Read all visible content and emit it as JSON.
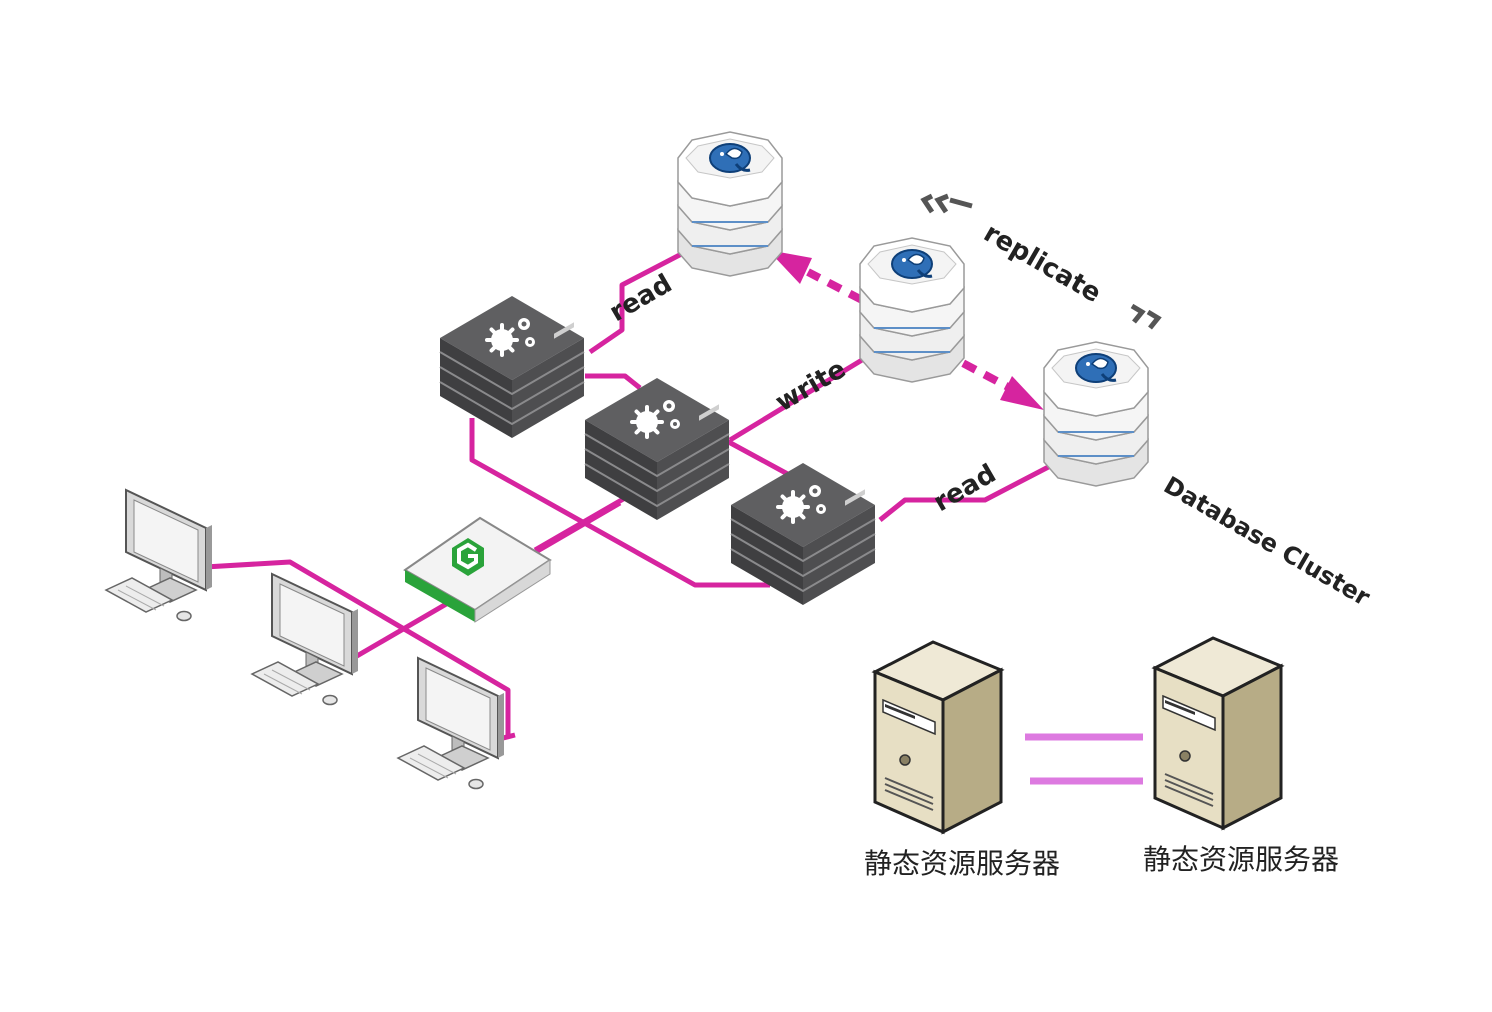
{
  "labels": {
    "read_top": "read",
    "write": "write",
    "read_bottom": "read",
    "replicate": "replicate",
    "database_cluster": "Database Cluster"
  },
  "captions": {
    "static_server_left": "静态资源服务器",
    "static_server_right": "静态资源服务器"
  },
  "colors": {
    "link": "#d6249f",
    "static_link": "#dd7ae0",
    "server_dark": "#4a4a4c",
    "server_top": "#5e5e60",
    "load_balancer_green": "#2aa33a",
    "db_blue": "#2f6fb7",
    "text": "#222222"
  },
  "icons": {
    "app_server": "gears-icon",
    "database": "postgresql-elephant-icon",
    "load_balancer": "nginx-g-logo-icon",
    "client": "desktop-computer-icon",
    "static_server": "tower-server-icon"
  }
}
